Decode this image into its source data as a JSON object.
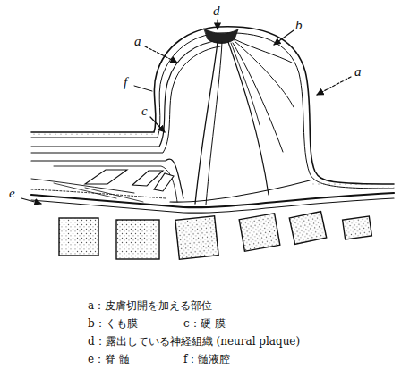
{
  "diagram": {
    "labels": [
      "d",
      "b",
      "a",
      "a",
      "f",
      "c",
      "e",
      "a：皮膚切開を加える部位",
      "b：くも膜",
      "c：硬 膜",
      "d：露出している神経組織 (neural plaque)",
      "e：脊 髄",
      "f：髄液腔"
    ]
  }
}
